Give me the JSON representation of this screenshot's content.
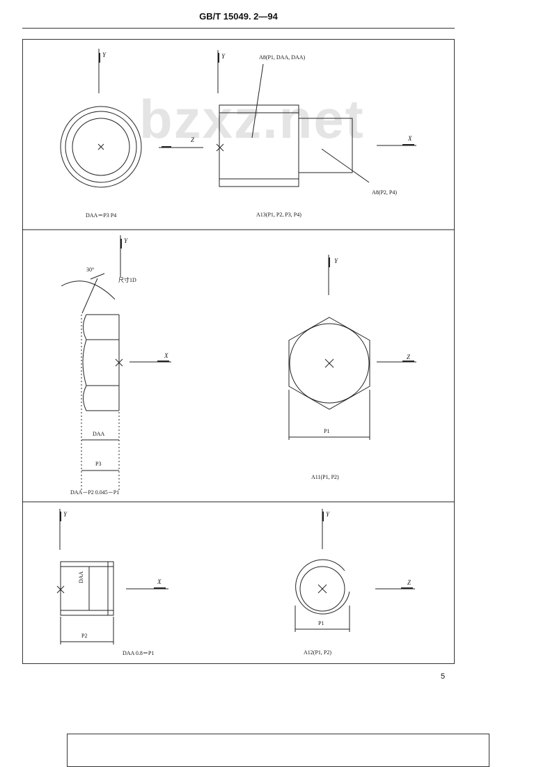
{
  "header": {
    "title": "GB/T  15049. 2—94"
  },
  "watermark": "bzxz.net",
  "page_number": "5",
  "axes": {
    "x": "X",
    "y": "Y",
    "z": "Z"
  },
  "row1": {
    "left_caption": "DAA＝P3  P4",
    "callout_top": "A8(P1, DAA, DAA)",
    "callout_right": "A8(P2, P4)",
    "right_caption": "A13(P1, P2, P3, P4)"
  },
  "row2": {
    "angle_label": "30°",
    "angle_note": "尺寸1D",
    "dim_daa": "DAA",
    "dim_p3": "P3",
    "left_caption": "DAA－P2  0.045－P1",
    "dim_p1": "P1",
    "right_caption": "A11(P1, P2)"
  },
  "row3": {
    "dim_daa": "DAA",
    "dim_p2": "P2",
    "left_caption": "DAA  0.8＝P1",
    "dim_p1": "P1",
    "right_caption": "A12(P1, P2)"
  }
}
